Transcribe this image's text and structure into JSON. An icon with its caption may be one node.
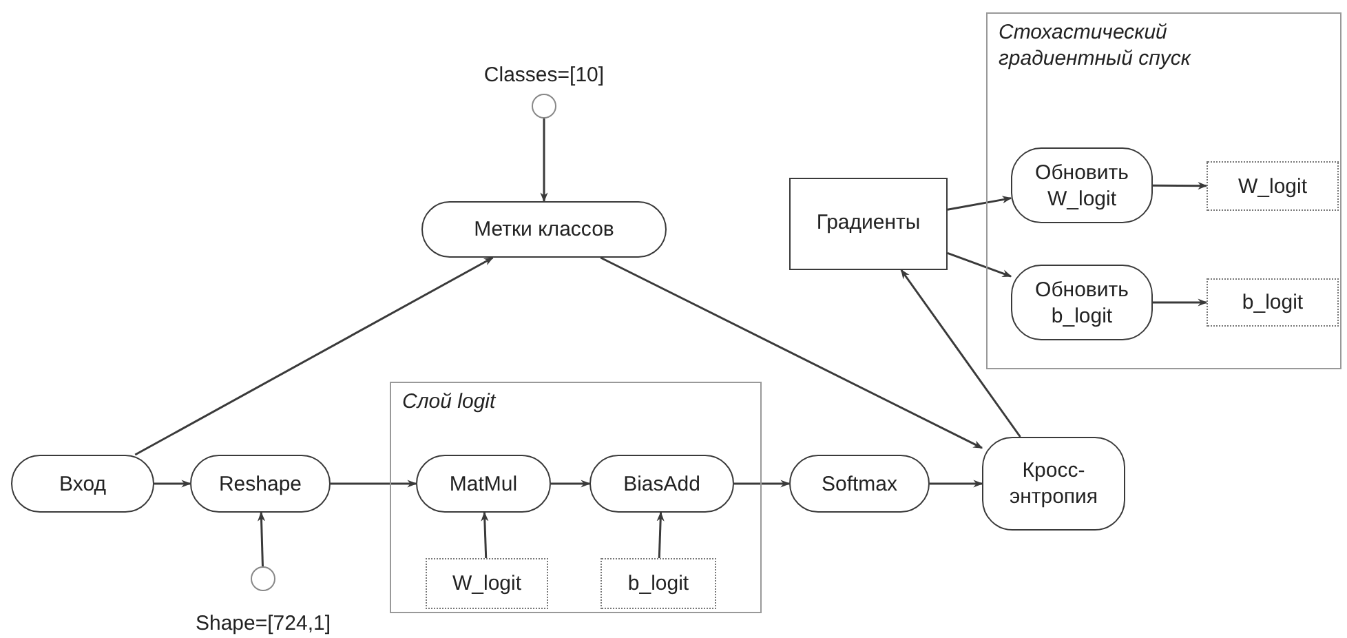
{
  "diagram": {
    "nodes": [
      {
        "text": [],
        "shape": "circle",
        "beside": [
          "Classes=[10]"
        ]
      },
      {
        "text": [
          "Метки классов"
        ]
      },
      {
        "text": [
          "Вход"
        ]
      },
      {
        "text": [
          "Reshape"
        ]
      },
      {
        "text": [],
        "shape": "circle",
        "beside": [
          "Shape=[724,1]"
        ]
      },
      {
        "text": [
          "Слой logit"
        ]
      },
      {
        "text": [
          "MatMul"
        ],
        "in": 5
      },
      {
        "text": [
          "BiasAdd"
        ],
        "in": 5
      },
      {
        "text": [
          "W_logit"
        ],
        "in": 5
      },
      {
        "text": [
          "b_logit"
        ],
        "in": 5
      },
      {
        "text": [
          "Softmax"
        ]
      },
      {
        "text": [
          "Кросс-энтропия"
        ]
      },
      {
        "text": [
          "Градиенты"
        ]
      },
      {
        "text": [
          "Стохастический градиентный спуск"
        ]
      },
      {
        "text": [
          "Обновить W_logit"
        ],
        "in": 13
      },
      {
        "text": [
          "W_logit"
        ],
        "in": 13
      },
      {
        "text": [
          "Обновить b_logit"
        ],
        "in": 13
      },
      {
        "text": [
          "b_logit"
        ],
        "in": 13
      }
    ],
    "edges": [
      {
        "from": 0,
        "to": 1,
        "arrow": "to"
      },
      {
        "from": 2,
        "to": 1,
        "arrow": "to"
      },
      {
        "from": 2,
        "to": 3,
        "arrow": "to"
      },
      {
        "from": 4,
        "to": 3,
        "arrow": "to"
      },
      {
        "from": 3,
        "to": 6,
        "arrow": "to"
      },
      {
        "from": 6,
        "to": 7,
        "arrow": "to"
      },
      {
        "from": 8,
        "to": 6,
        "arrow": "to"
      },
      {
        "from": 9,
        "to": 7,
        "arrow": "to"
      },
      {
        "from": 7,
        "to": 10,
        "arrow": "to"
      },
      {
        "from": 10,
        "to": 11,
        "arrow": "to"
      },
      {
        "from": 1,
        "to": 11,
        "arrow": "to"
      },
      {
        "from": 11,
        "to": 12,
        "arrow": "to"
      },
      {
        "from": 12,
        "to": 14,
        "arrow": "to"
      },
      {
        "from": 12,
        "to": 16,
        "arrow": "to"
      },
      {
        "from": 14,
        "to": 15,
        "arrow": "to"
      },
      {
        "from": 16,
        "to": 17,
        "arrow": "to"
      }
    ]
  }
}
